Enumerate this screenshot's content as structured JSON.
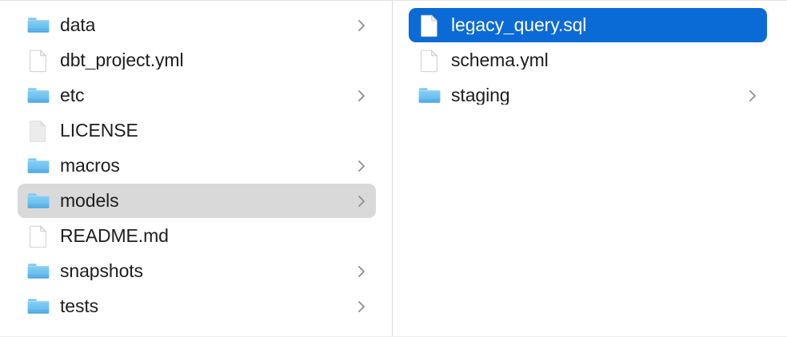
{
  "app": {
    "name": "Finder",
    "view": "column-view",
    "colors": {
      "selection_active": "#0b6bd6",
      "selection_inactive": "#d9d9d9",
      "text": "#1d1d1f",
      "text_selected": "#ffffff",
      "chevron": "#8e8e93",
      "divider": "#dcdcdc",
      "folder_blue": "#6cc4f2",
      "background": "#ffffff"
    }
  },
  "columns": [
    {
      "name": "parent-column",
      "items": [
        {
          "label": "data",
          "kind": "folder",
          "icon": "folder-icon",
          "chevron": true,
          "chevron_icon": "chevron-right-icon",
          "selected": false,
          "selection_state": "none"
        },
        {
          "label": "dbt_project.yml",
          "kind": "file",
          "icon": "document-icon",
          "chevron": false,
          "chevron_icon": "",
          "selected": false,
          "selection_state": "none"
        },
        {
          "label": "etc",
          "kind": "folder",
          "icon": "folder-icon",
          "chevron": true,
          "chevron_icon": "chevron-right-icon",
          "selected": false,
          "selection_state": "none"
        },
        {
          "label": "LICENSE",
          "kind": "file",
          "icon": "generic-file-icon",
          "chevron": false,
          "chevron_icon": "",
          "selected": false,
          "selection_state": "none"
        },
        {
          "label": "macros",
          "kind": "folder",
          "icon": "folder-icon",
          "chevron": true,
          "chevron_icon": "chevron-right-icon",
          "selected": false,
          "selection_state": "none"
        },
        {
          "label": "models",
          "kind": "folder",
          "icon": "folder-icon",
          "chevron": true,
          "chevron_icon": "chevron-right-icon",
          "selected": true,
          "selection_state": "inactive"
        },
        {
          "label": "README.md",
          "kind": "file",
          "icon": "document-icon",
          "chevron": false,
          "chevron_icon": "",
          "selected": false,
          "selection_state": "none"
        },
        {
          "label": "snapshots",
          "kind": "folder",
          "icon": "folder-icon",
          "chevron": true,
          "chevron_icon": "chevron-right-icon",
          "selected": false,
          "selection_state": "none"
        },
        {
          "label": "tests",
          "kind": "folder",
          "icon": "folder-icon",
          "chevron": true,
          "chevron_icon": "chevron-right-icon",
          "selected": false,
          "selection_state": "none"
        }
      ]
    },
    {
      "name": "child-column",
      "items": [
        {
          "label": "legacy_query.sql",
          "kind": "file",
          "icon": "document-icon",
          "chevron": false,
          "chevron_icon": "",
          "selected": true,
          "selection_state": "active"
        },
        {
          "label": "schema.yml",
          "kind": "file",
          "icon": "document-icon",
          "chevron": false,
          "chevron_icon": "",
          "selected": false,
          "selection_state": "none"
        },
        {
          "label": "staging",
          "kind": "folder",
          "icon": "folder-icon",
          "chevron": true,
          "chevron_icon": "chevron-right-icon",
          "selected": false,
          "selection_state": "none"
        }
      ]
    }
  ]
}
